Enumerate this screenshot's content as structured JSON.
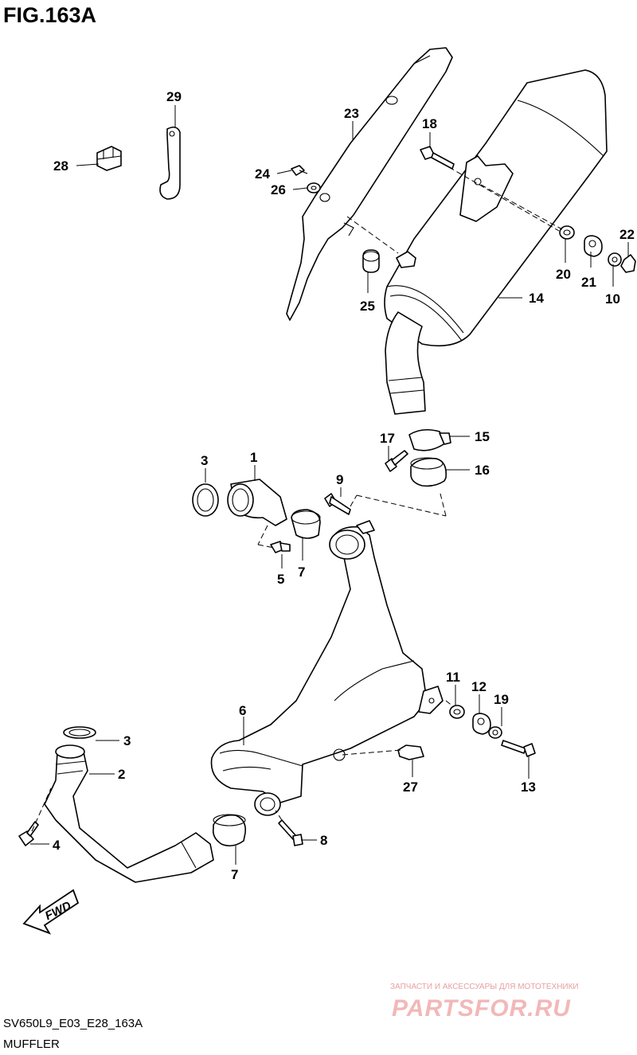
{
  "figure_title": "FIG.163A",
  "footer": {
    "code": "SV650L9_E03_E28_163A",
    "name": "MUFFLER"
  },
  "watermark": {
    "tagline": "ЗАПЧАСТИ И АКСЕССУАРЫ ДЛЯ МОТОТЕХНИКИ",
    "brand": "PARTSFOR.RU"
  },
  "fwd_label": "FWD",
  "callouts": [
    {
      "id": "c29",
      "label": "29"
    },
    {
      "id": "c28",
      "label": "28"
    },
    {
      "id": "c23",
      "label": "23"
    },
    {
      "id": "c18",
      "label": "18"
    },
    {
      "id": "c24",
      "label": "24"
    },
    {
      "id": "c26",
      "label": "26"
    },
    {
      "id": "c22",
      "label": "22"
    },
    {
      "id": "c20",
      "label": "20"
    },
    {
      "id": "c21",
      "label": "21"
    },
    {
      "id": "c10",
      "label": "10"
    },
    {
      "id": "c14",
      "label": "14"
    },
    {
      "id": "c25",
      "label": "25"
    },
    {
      "id": "c17",
      "label": "17"
    },
    {
      "id": "c15",
      "label": "15"
    },
    {
      "id": "c16",
      "label": "16"
    },
    {
      "id": "c3a",
      "label": "3"
    },
    {
      "id": "c1",
      "label": "1"
    },
    {
      "id": "c9",
      "label": "9"
    },
    {
      "id": "c5",
      "label": "5"
    },
    {
      "id": "c7a",
      "label": "7"
    },
    {
      "id": "c11",
      "label": "11"
    },
    {
      "id": "c12",
      "label": "12"
    },
    {
      "id": "c19",
      "label": "19"
    },
    {
      "id": "c6",
      "label": "6"
    },
    {
      "id": "c3b",
      "label": "3"
    },
    {
      "id": "c2",
      "label": "2"
    },
    {
      "id": "c27",
      "label": "27"
    },
    {
      "id": "c13",
      "label": "13"
    },
    {
      "id": "c4",
      "label": "4"
    },
    {
      "id": "c8",
      "label": "8"
    },
    {
      "id": "c7b",
      "label": "7"
    }
  ]
}
